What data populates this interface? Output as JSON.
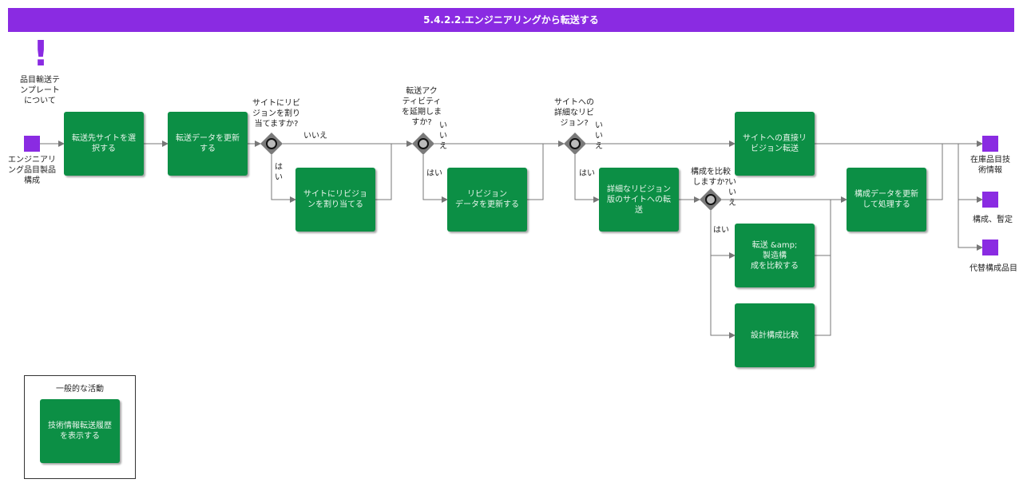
{
  "header": {
    "title": "5.4.2.2.エンジニアリングから転送する"
  },
  "note": {
    "label": "品目輸送テ\nンプレート\nについて",
    "icon": "exclamation-icon"
  },
  "start": {
    "label": "エンジニアリ\nング品目製品\n構成"
  },
  "tasks": {
    "select_site": "転送先サイトを選\n択する",
    "update_data": "転送データを更新\nする",
    "assign_revision": "サイトにリビジョ\nンを割り当てる",
    "revision_data": "リビジョン\nデータを更新する",
    "detailed_transfer": "詳細なリビジョン\n版のサイトへの転\n送",
    "direct_transfer": "サイトへの直接リ\nビジョン転送",
    "compare_transfer": "転送 &amp;\n製造構\n成を比較する",
    "design_compare": "設計構成比較",
    "update_process": "構成データを更新\nして処理する",
    "history": "技術情報転送履歴\nを表示する"
  },
  "gateways": {
    "g1_question": "サイトにリビ\nジョンを割り\n当てますか?",
    "g2_question": "転送アク\nティビティ\nを延期しま\nすか?",
    "g3_question": "サイトへの\n詳細なリビ\nジョン?",
    "g4_question": "構成を比較\nしますか?",
    "yes": "はい",
    "no": "いいえ",
    "yes_vertical": "は\nい",
    "no_vertical": "い\nい\nえ"
  },
  "ends": {
    "e1": "在庫品目技\n術情報",
    "e2": "構成、暫定",
    "e3": "代替構成品目"
  },
  "general": {
    "title": "一般的な活動"
  },
  "colors": {
    "header": "#8a2be2",
    "task": "#0c8f45",
    "gateway": "#7a7a7a",
    "end": "#8a2be2",
    "line": "#777777"
  }
}
